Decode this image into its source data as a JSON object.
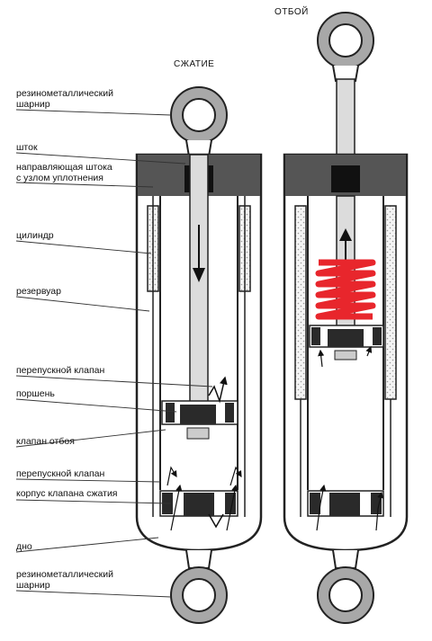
{
  "titles": {
    "compression": "СЖАТИЕ",
    "rebound": "ОТБОЙ"
  },
  "labels": {
    "top_joint": "резинометаллический\nшарнир",
    "rod": "шток",
    "rod_guide": "направляющая штока\nс узлом уплотнения",
    "cylinder": "цилиндр",
    "reservoir": "резервуар",
    "bypass_valve_upper": "перепускной клапан",
    "piston": "поршень",
    "rebound_valve": "клапан отбоя",
    "bypass_valve_lower": "перепускной клапан",
    "compression_valve_body": "корпус клапана сжатия",
    "bottom": "дно",
    "bottom_joint": "резинометаллический\nшарнир"
  },
  "colors": {
    "outline": "#222222",
    "seal_fill": "#555555",
    "dark_part": "#2a2a2a",
    "rod_fill": "#cfcfcf",
    "spring": "#e8262c",
    "joint_ring": "#9a9a9a",
    "reservoir_dots": "#bdbdbd"
  }
}
